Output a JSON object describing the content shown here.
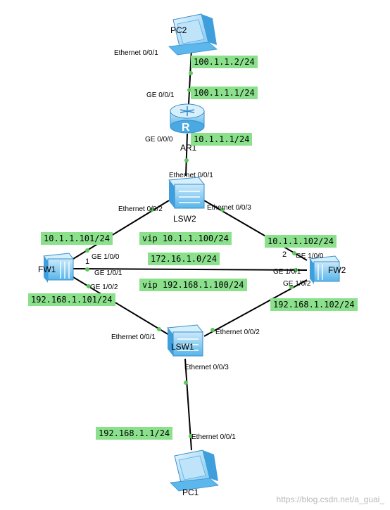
{
  "devices": {
    "pc2": {
      "label": "PC2",
      "icon": "pc-icon"
    },
    "ar1": {
      "label": "AR1",
      "icon": "router-icon"
    },
    "lsw2": {
      "label": "LSW2",
      "icon": "switch-icon"
    },
    "fw1": {
      "label": "FW1",
      "icon": "firewall-icon"
    },
    "fw2": {
      "label": "FW2",
      "icon": "firewall-icon"
    },
    "lsw1": {
      "label": "LSW1",
      "icon": "switch-icon"
    },
    "pc1": {
      "label": "PC1",
      "icon": "pc-icon"
    }
  },
  "ports": {
    "pc2_eth": "Ethernet 0/0/1",
    "ar1_ge001": "GE 0/0/1",
    "ar1_ge000": "GE 0/0/0",
    "lsw2_eth1": "Ethernet 0/0/1",
    "lsw2_eth2": "Ethernet 0/0/2",
    "lsw2_eth3": "Ethernet 0/0/3",
    "fw1_ge100": "GE 1/0/0",
    "fw1_ge101": "GE 1/0/1",
    "fw1_ge102": "GE 1/0/2",
    "fw2_ge100": "GE 1/0/0",
    "fw2_ge101": "GE 1/0/1",
    "fw2_ge102": "GE 1/0/2",
    "lsw1_eth1": "Ethernet 0/0/1",
    "lsw1_eth2": "Ethernet 0/0/2",
    "lsw1_eth3": "Ethernet 0/0/3",
    "pc1_eth": "Ethernet 0/0/1"
  },
  "addresses": {
    "pc2_ip": "100.1.1.2/24",
    "ar1_ge001_ip": "100.1.1.1/24",
    "ar1_ge000_ip": "10.1.1.1/24",
    "fw1_up_ip": "10.1.1.101/24",
    "vip_up": "vip 10.1.1.100/24",
    "fw2_up_ip": "10.1.1.102/24",
    "heartbeat_net": "172.16.1.0/24",
    "vip_down": "vip 192.168.1.100/24",
    "fw1_down_ip": "192.168.1.101/24",
    "fw2_down_ip": "192.168.1.102/24",
    "pc1_ip": "192.168.1.1/24"
  },
  "heartbeat_ends": {
    "fw1": "1",
    "fw2": "2"
  },
  "colors": {
    "ip_highlight": "#8be08b",
    "link": "#000000",
    "port_dot": "#5cc85c"
  },
  "watermark": "https://blog.csdn.net/a_guai_"
}
